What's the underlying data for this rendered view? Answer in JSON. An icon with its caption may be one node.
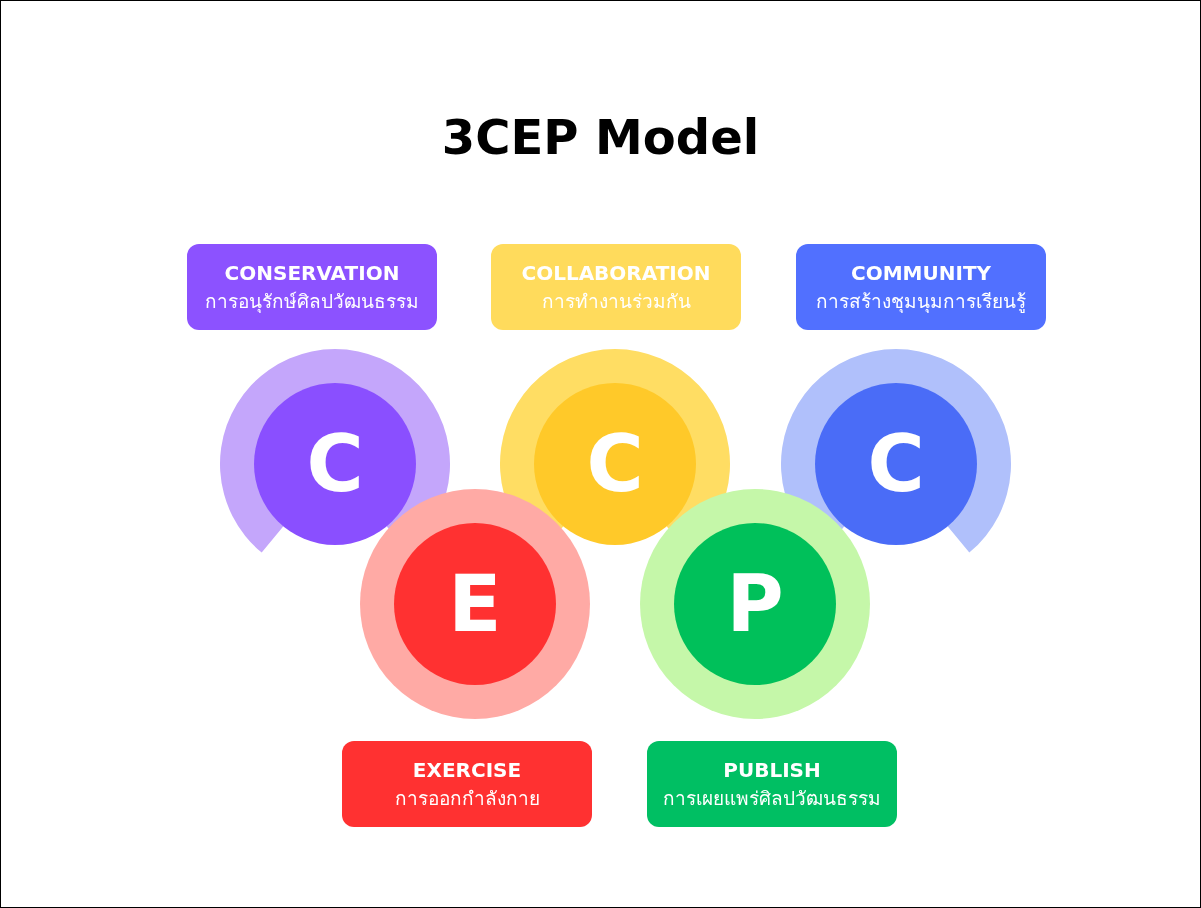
{
  "diagram": {
    "title": "3CEP Model",
    "nodes": [
      {
        "text": [
          "CONSERVATION",
          "การอนุรักษ์ศิลปวัฒนธรรม"
        ]
      },
      {
        "text": [
          "COLLABORATION",
          "การทำงานร่วมกัน"
        ]
      },
      {
        "text": [
          "COMMUNITY",
          "การสร้างชุมนุมการเรียนรู้"
        ]
      },
      {
        "text": [
          "C"
        ]
      },
      {
        "text": [
          "C"
        ]
      },
      {
        "text": [
          "C"
        ]
      },
      {
        "text": [
          "E"
        ]
      },
      {
        "text": [
          "P"
        ]
      },
      {
        "text": [
          "EXERCISE",
          "การออกกำลังกาย"
        ]
      },
      {
        "text": [
          "PUBLISH",
          "การเผยแพร่ศิลปวัฒนธรรม"
        ]
      }
    ]
  }
}
